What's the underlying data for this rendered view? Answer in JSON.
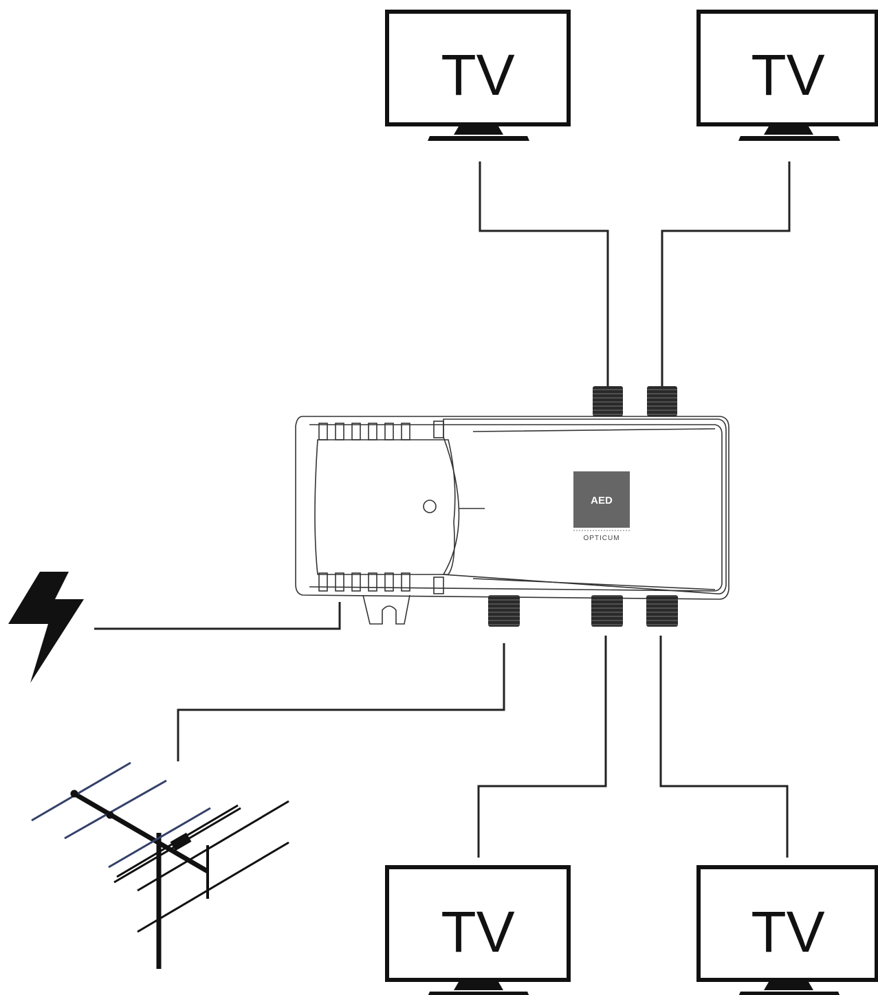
{
  "tvs": [
    {
      "label": "TV"
    },
    {
      "label": "TV"
    },
    {
      "label": "TV"
    },
    {
      "label": "TV"
    }
  ],
  "amplifier": {
    "logo_text": "AED",
    "brand_text": "OPTICUM"
  },
  "colors": {
    "line": "#222222",
    "logo_bg": "#666666",
    "connector": "#2a2a2a"
  },
  "icons": [
    "lightning-bolt-icon",
    "yagi-antenna-icon"
  ]
}
